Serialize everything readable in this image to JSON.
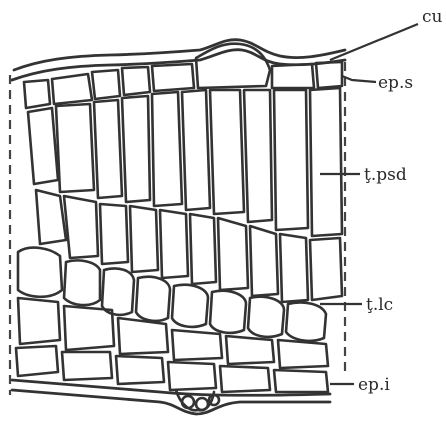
{
  "labels": {
    "cu": "cu",
    "ep_s": "ep.s",
    "t_psd": "ţ.psd",
    "t_lc": "ţ.lc",
    "ep_i": "ep.i"
  }
}
